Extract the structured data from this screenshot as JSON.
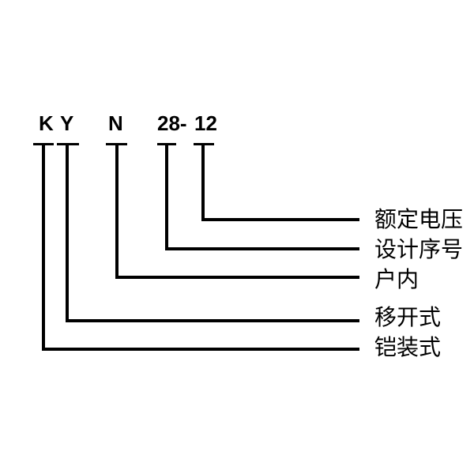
{
  "diagram": {
    "background_color": "#ffffff",
    "line_color": "#000000",
    "text_color": "#000000",
    "parts": [
      {
        "code": "K",
        "label": "铠装式"
      },
      {
        "code": "Y",
        "label": "移开式"
      },
      {
        "code": "N",
        "label": "户内"
      },
      {
        "code": "28-",
        "label": "设计序号"
      },
      {
        "code": "12",
        "label": "额定电压"
      }
    ]
  }
}
